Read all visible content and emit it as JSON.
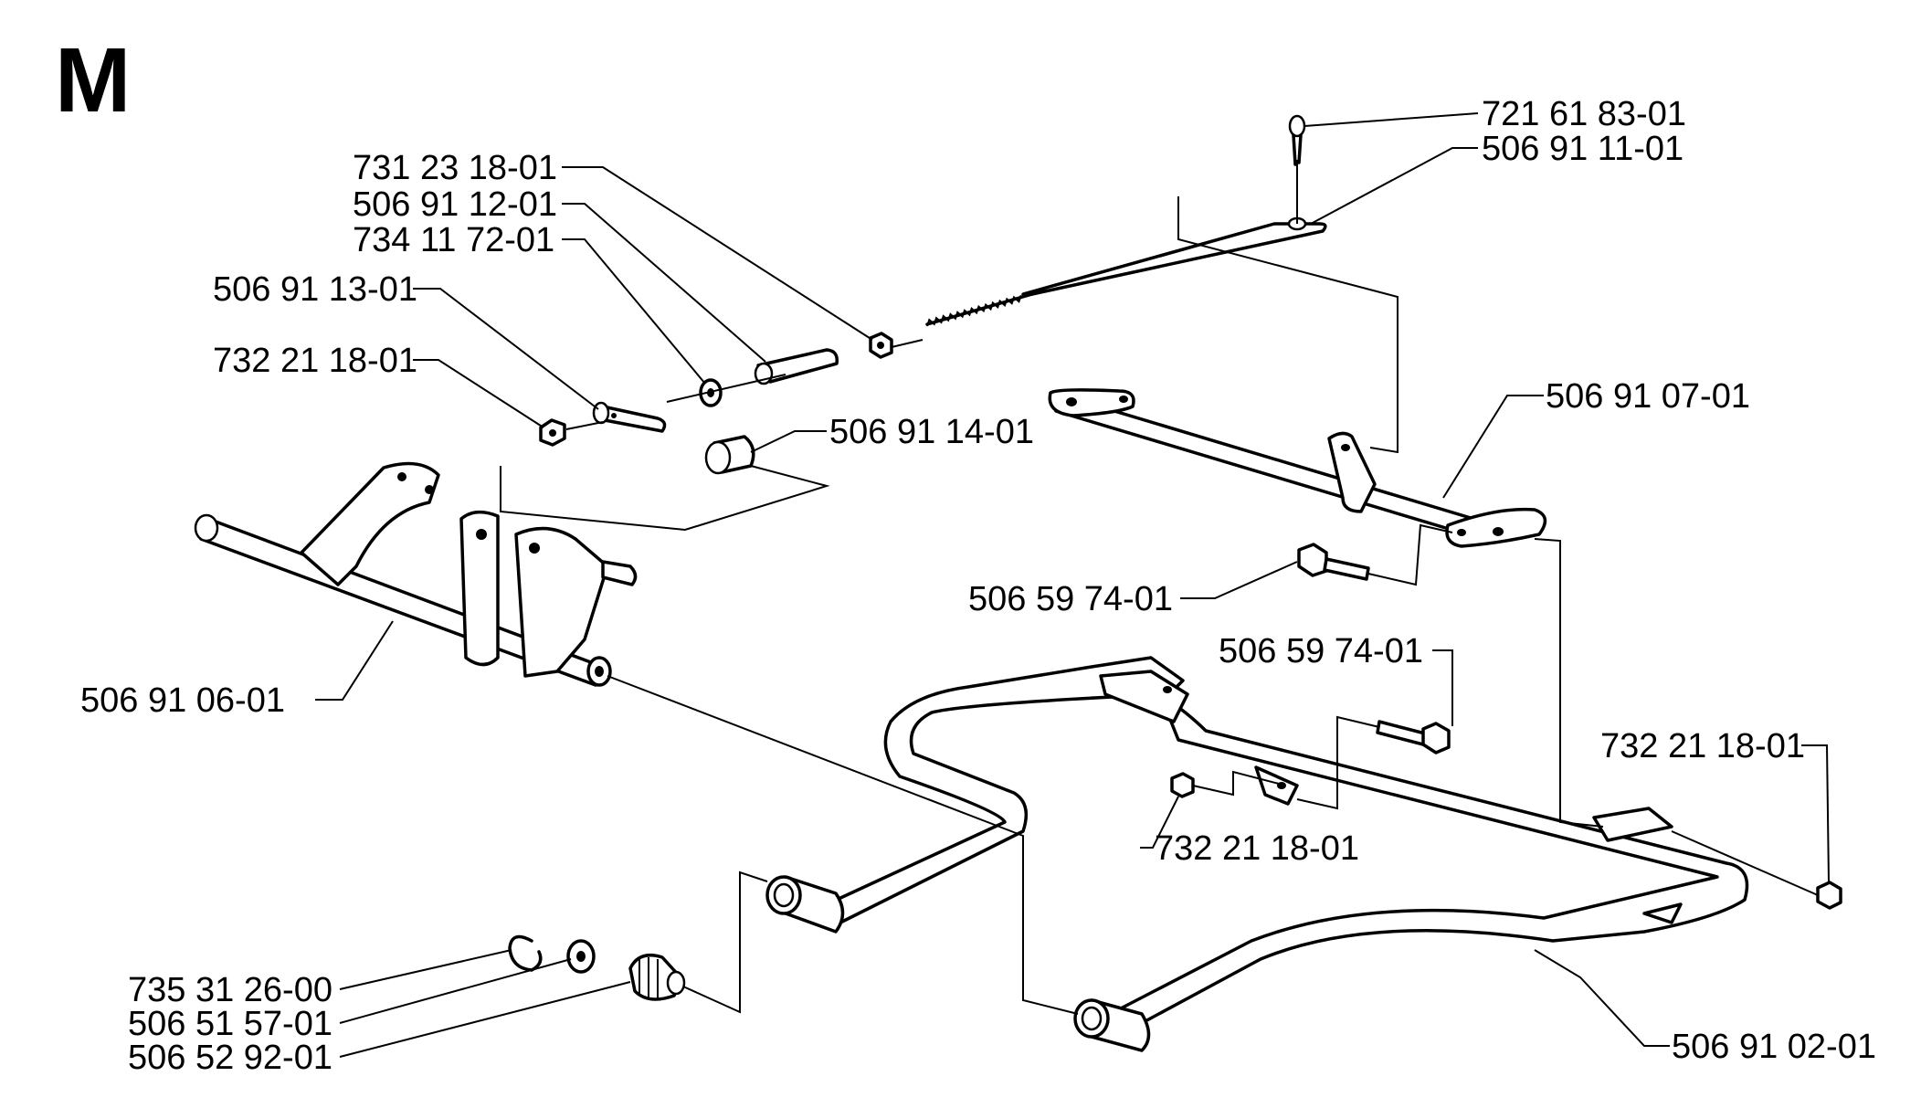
{
  "title": "M",
  "labels": {
    "p01": "721 61 83-01",
    "p02": "506 91 11-01",
    "p03": "731 23 18-01",
    "p04": "506 91 12-01",
    "p05": "734 11 72-01",
    "p06": "506 91 13-01",
    "p07": "732 21 18-01",
    "p08": "506 91 14-01",
    "p09": "506 91 07-01",
    "p10": "506 59 74-01",
    "p11": "506 59 74-01",
    "p12": "506 91 06-01",
    "p13": "732 21 18-01",
    "p14": "732 21 18-01",
    "p15": "735 31 26-00",
    "p16": "506 51 57-01",
    "p17": "506 52 92-01",
    "p18": "506 91 02-01"
  }
}
